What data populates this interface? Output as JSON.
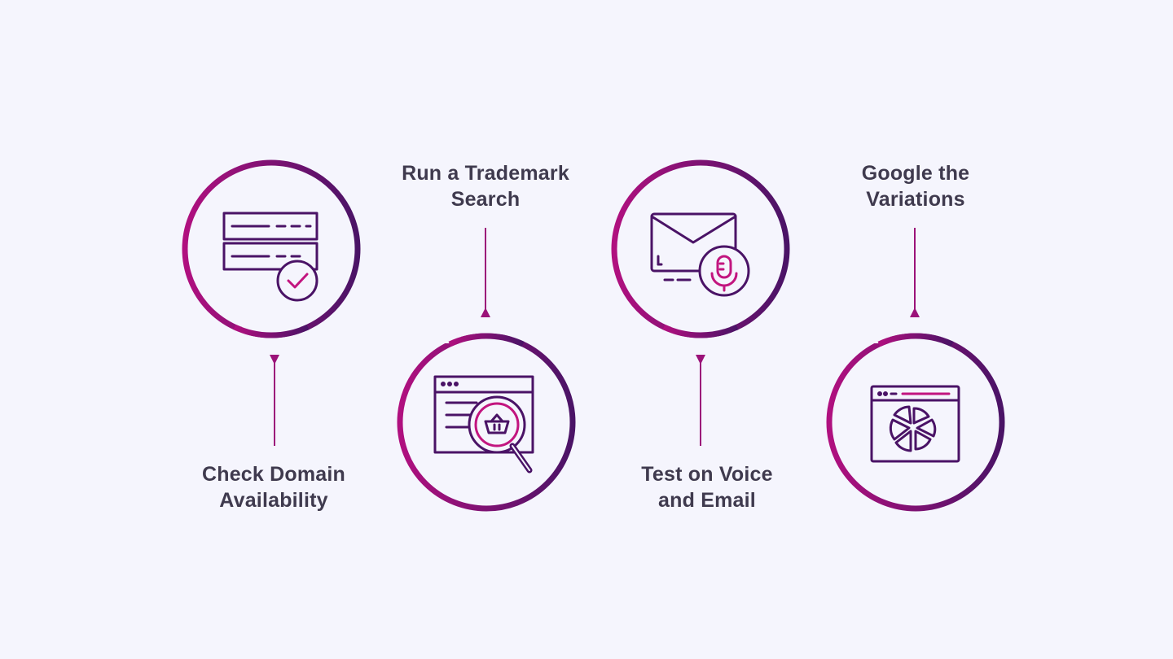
{
  "steps": [
    {
      "title_line1": "Check Domain",
      "title_line2": "Availability",
      "icon": "server-check-icon"
    },
    {
      "title_line1": "Run a Trademark",
      "title_line2": "Search",
      "icon": "browser-search-basket-icon"
    },
    {
      "title_line1": "Test on Voice",
      "title_line2": "and Email",
      "icon": "email-microphone-icon"
    },
    {
      "title_line1": "Google the",
      "title_line2": "Variations",
      "icon": "browser-pie-chart-icon"
    }
  ],
  "colors": {
    "background": "#f5f5fd",
    "magenta": "#b0107f",
    "purple": "#4a1366",
    "text": "#3f3a4e"
  }
}
